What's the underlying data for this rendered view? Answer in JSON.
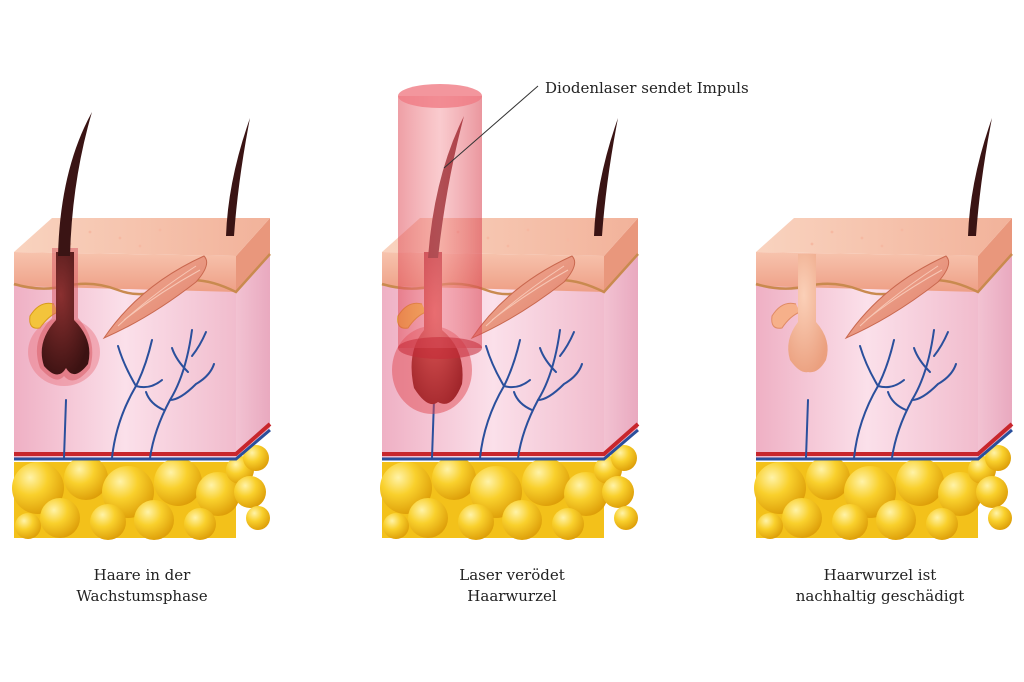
{
  "annotation": {
    "laser": "Diodenlaser sendet Impuls"
  },
  "stages": [
    {
      "line1": "Haare in der",
      "line2": "Wachstumsphase"
    },
    {
      "line1": "Laser verödet",
      "line2": "Haarwurzel"
    },
    {
      "line1": "Haarwurzel ist",
      "line2": "nachhaltig geschädigt"
    }
  ],
  "colors": {
    "epidermis": "#f2b49a",
    "dermis": "#f6c6d6",
    "fat": "#f7c51d",
    "hair": "#4a1a1a",
    "vessel": "#2a4f9c",
    "laser": "#e8606a"
  }
}
